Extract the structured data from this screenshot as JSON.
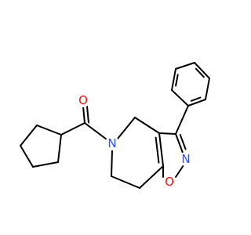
{
  "molecule": {
    "atoms": [
      {
        "id": "O1",
        "label": "O",
        "color": "#ff0d0d"
      },
      {
        "id": "N5",
        "label": "N",
        "color": "#3050f8"
      },
      {
        "id": "N2",
        "label": "N",
        "color": "#3050f8"
      },
      {
        "id": "O2",
        "label": "O",
        "color": "#ff0d0d"
      }
    ],
    "bond_color": "#000000"
  }
}
